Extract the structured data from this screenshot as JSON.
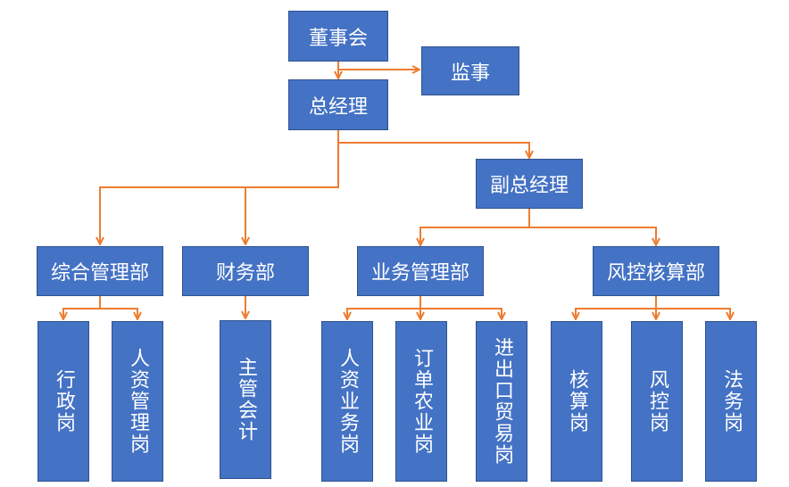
{
  "colors": {
    "box_fill": "#4472c4",
    "box_border": "#2f528f",
    "connector": "#ed7d31",
    "text": "#ffffff"
  },
  "nodes": {
    "board": "董事会",
    "supervisor": "监事",
    "gm": "总经理",
    "deputy_gm": "副总经理",
    "admin_dept": "综合管理部",
    "finance_dept": "财务部",
    "business_dept": "业务管理部",
    "risk_dept": "风控核算部",
    "admin_post": "行政岗",
    "hr_post": "人资管理岗",
    "chief_accountant": "主管会计",
    "hr_business_post": "人资业务岗",
    "order_agri_post": "订单农业岗",
    "import_export_post": "进出口贸易岗",
    "accounting_post": "核算岗",
    "risk_control_post": "风控岗",
    "legal_post": "法务岗"
  }
}
